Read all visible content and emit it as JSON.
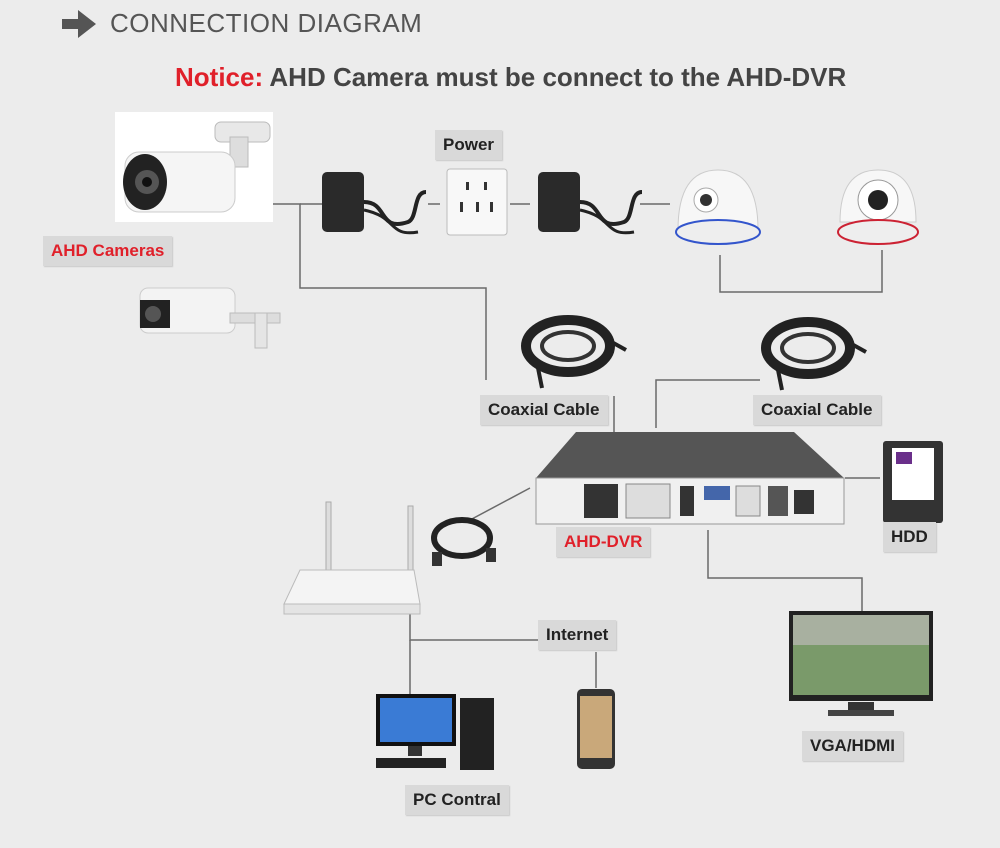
{
  "header": {
    "title": "CONNECTION DIAGRAM",
    "notice_prefix": "Notice:",
    "notice_text": "AHD Camera must be connect to the AHD-DVR"
  },
  "labels": {
    "power": "Power",
    "ahd_cameras": "AHD Cameras",
    "coaxial_cable_left": "Coaxial Cable",
    "coaxial_cable_right": "Coaxial Cable",
    "ahd_dvr": "AHD-DVR",
    "hdd": "HDD",
    "internet": "Internet",
    "vga_hdmi": "VGA/HDMI",
    "pc_control": "PC Contral"
  },
  "colors": {
    "accent_red": "#e0202a",
    "label_bg": "#d9d9d9",
    "line": "#666666"
  },
  "icons": [
    "arrow-right-icon",
    "bullet-camera-icon",
    "dome-camera-icon",
    "power-adapter-icon",
    "power-socket-icon",
    "cable-coil-icon",
    "dvr-icon",
    "hdd-icon",
    "router-icon",
    "ethernet-cable-icon",
    "pc-icon",
    "smartphone-icon",
    "monitor-icon"
  ]
}
